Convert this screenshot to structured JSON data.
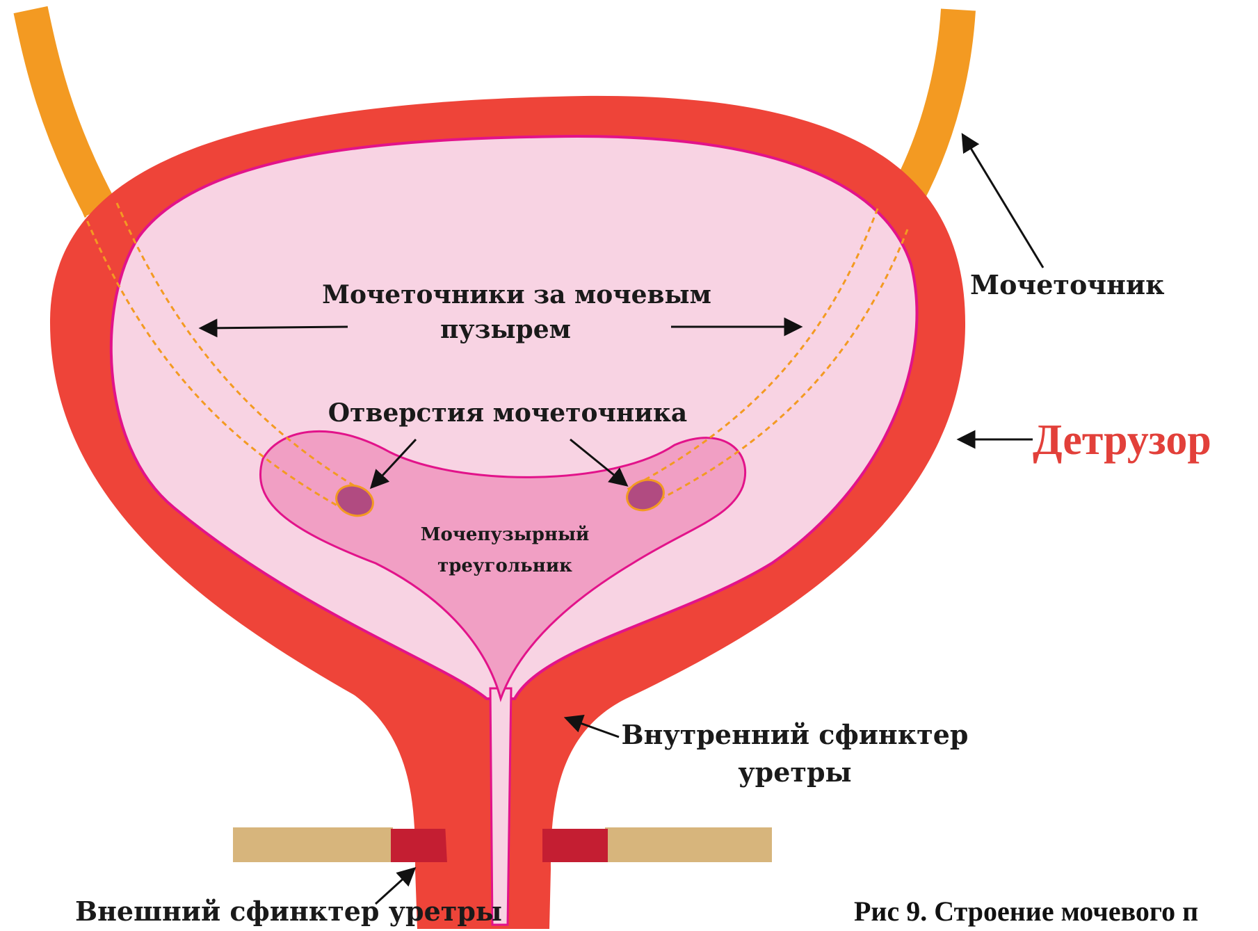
{
  "labels": {
    "ureters_behind": [
      "Мочеточники за мочевым",
      "пузырем"
    ],
    "ureter_openings": "Отверстия мочеточника",
    "trigone": [
      "Мочепузырный",
      "треугольник"
    ],
    "ureter": "Мочеточник",
    "detrusor": "Детрузор",
    "internal_sphincter": [
      "Внутренний сфинктер",
      "уретры"
    ],
    "external_sphincter": "Внешний сфинктер уретры",
    "caption": "Рис 9. Строение мочевого п"
  },
  "colors": {
    "detrusor_wall": "#ee4439",
    "bladder_lumen": "#f8d3e3",
    "mucosa_line": "#e2138a",
    "trigone": "#f19fc4",
    "ureter": "#f39a22",
    "ureter_opening": "#b14b81",
    "external_sphincter_muscle": "#c41e32",
    "pelvic_floor": "#d7b57c",
    "detrusor_label": "#e2403a",
    "text": "#1a1a1a"
  }
}
